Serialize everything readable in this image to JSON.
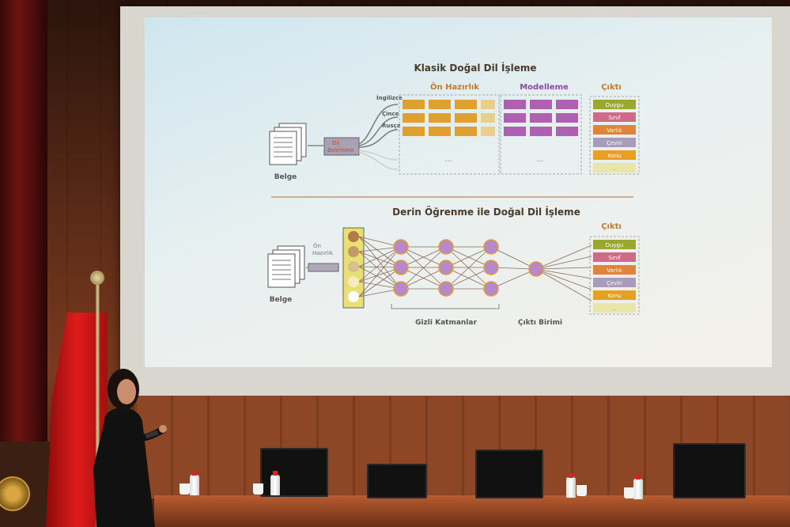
{
  "slide": {
    "top_title": "Klasik Doğal Dil İşleme",
    "bottom_title": "Derin Öğrenme ile Doğal Dil İşleme",
    "sections": {
      "preprocess": "Ön Hazırlık",
      "modelling": "Modelleme",
      "output": "Çıktı"
    },
    "doc_label": "Belge",
    "lang_detect": [
      "Dil",
      "Belirleme"
    ],
    "languages": [
      "İngilizce",
      "Çince",
      "Rusça"
    ],
    "ellipsis": "…",
    "outputs": [
      {
        "label": "Duygu",
        "color": "#9aa832"
      },
      {
        "label": "Sınıf",
        "color": "#d06a8a"
      },
      {
        "label": "Varlık",
        "color": "#e0843a"
      },
      {
        "label": "Çeviri",
        "color": "#a89cb8"
      },
      {
        "label": "Konu",
        "color": "#e8a020"
      },
      {
        "label": "...",
        "color": "#e8e6a8"
      }
    ],
    "dl_preprocess": [
      "Ön",
      "Hazırlık"
    ],
    "hidden_layers": "Gizli Katmanlar",
    "output_unit": "Çıktı Birimi",
    "colors": {
      "title": "#4a3a2a",
      "section_orange": "#c8782a",
      "section_purple": "#8a4aa8",
      "orange_block": "#e0a030",
      "purple_block": "#b060b0",
      "neuron": "#b889c9",
      "input_layer": "#e8e070"
    }
  }
}
